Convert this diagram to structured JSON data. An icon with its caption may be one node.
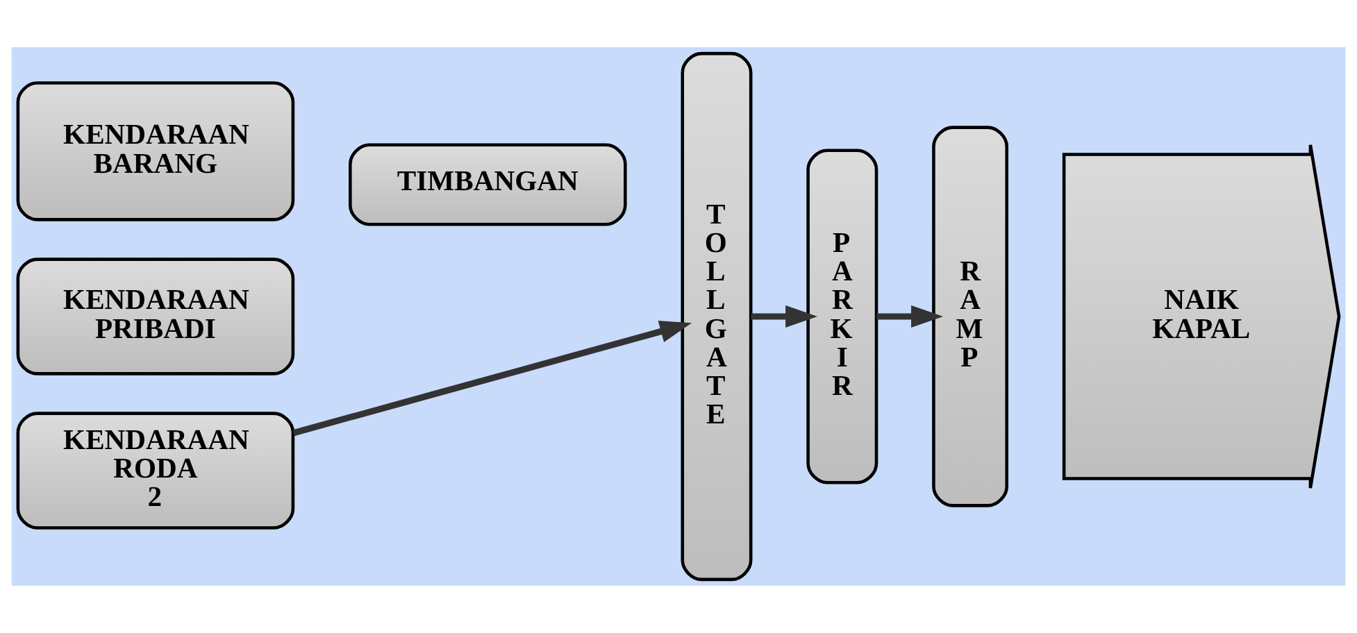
{
  "diagram": {
    "nodes": [
      {
        "text": [
          "KENDARAAN BARANG"
        ]
      },
      {
        "text": [
          "TIMBANGAN"
        ]
      },
      {
        "text": [
          "KENDARAAN PRIBADI"
        ]
      },
      {
        "text": [
          "KENDARAAN RODA 2"
        ]
      },
      {
        "text": [
          "T O L L G A T E"
        ]
      },
      {
        "text": [
          "P A R K I R"
        ]
      },
      {
        "text": [
          "R A M P"
        ]
      },
      {
        "text": [
          "NAIK KAPAL"
        ]
      }
    ],
    "edges": [
      {
        "from": 3,
        "to": 4,
        "arrow": "to"
      },
      {
        "from": 4,
        "to": 5,
        "arrow": "to"
      },
      {
        "from": 5,
        "to": 6,
        "arrow": "to"
      }
    ]
  }
}
